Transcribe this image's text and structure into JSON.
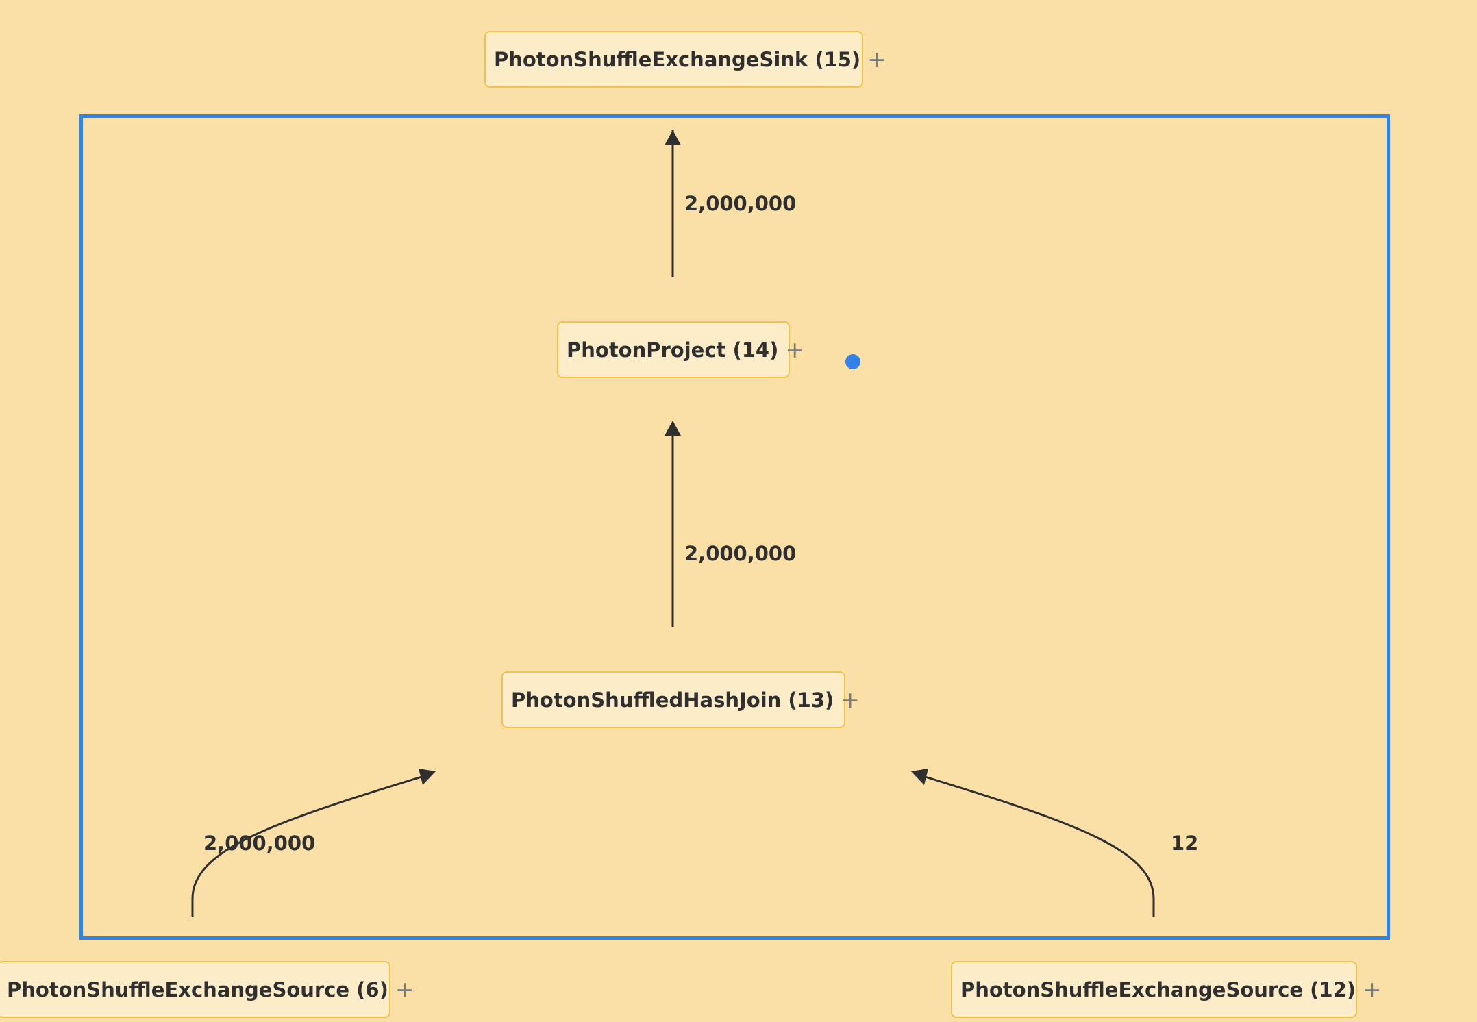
{
  "nodes": {
    "sink": {
      "label": "PhotonShuffleExchangeSink (15)",
      "expand": "+"
    },
    "project": {
      "label": "PhotonProject (14)",
      "expand": "+"
    },
    "hash_join": {
      "label": "PhotonShuffledHashJoin (13)",
      "expand": "+"
    },
    "source_left": {
      "label": "PhotonShuffleExchangeSource (6)",
      "expand": "+"
    },
    "source_right": {
      "label": "PhotonShuffleExchangeSource (12)",
      "expand": "+"
    }
  },
  "edges": {
    "project_to_sink": "2,000,000",
    "join_to_project": "2,000,000",
    "left_to_join": "2,000,000",
    "right_to_join": "12"
  },
  "colors": {
    "background": "#fae0a7",
    "node_fill": "#fcecc8",
    "node_border": "#f3c24e",
    "selection": "#3382e8",
    "edge": "#2f2f2f"
  }
}
